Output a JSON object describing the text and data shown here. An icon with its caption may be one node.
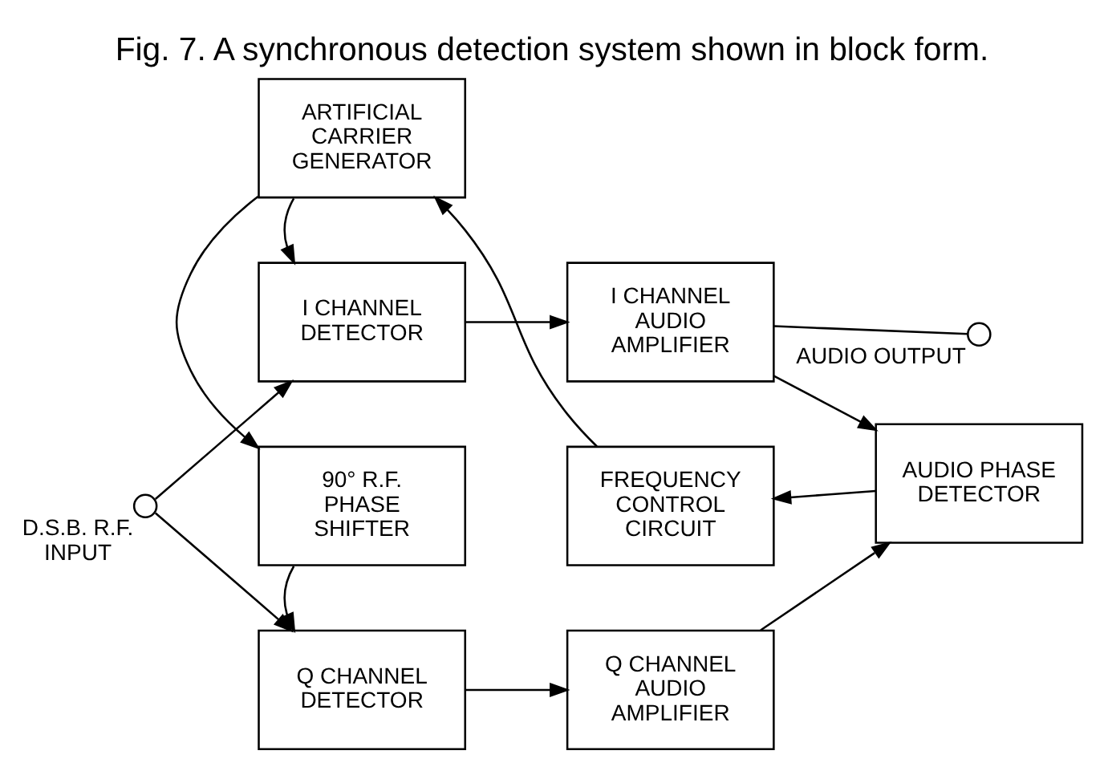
{
  "diagram": {
    "title": "Fig. 7. A synchronous detection system shown in block form.",
    "nodes": [
      {
        "text": [],
        "shape": "circle",
        "beside": [
          "D.S.B. R.F. INPUT"
        ]
      },
      {
        "text": [
          "I CHANNEL DETECTOR"
        ]
      },
      {
        "text": [
          "I CHANNEL AUDIO AMPLIFIER"
        ]
      },
      {
        "text": [],
        "shape": "circle",
        "beside": [
          "AUDIO OUTPUT"
        ]
      },
      {
        "text": [
          "ARTIFICIAL CARRIER GENERATOR"
        ]
      },
      {
        "text": [
          "FREQUENCY CONTROL CIRCUIT"
        ]
      },
      {
        "text": [
          "AUDIO PHASE DETECTOR"
        ]
      },
      {
        "text": [
          "90° R.F. PHASE SHIFTER"
        ]
      },
      {
        "text": [
          "Q CHANNEL DETECTOR"
        ]
      },
      {
        "text": [
          "Q CHANNEL AUDIO AMPLIFIER"
        ]
      }
    ],
    "edges": [
      {
        "from": 0,
        "to": 1,
        "arrow": "to"
      },
      {
        "from": 0,
        "to": 8,
        "arrow": "to"
      },
      {
        "from": 1,
        "to": 2,
        "arrow": "to"
      },
      {
        "from": 2,
        "to": 3,
        "arrow": "none"
      },
      {
        "from": 2,
        "to": 6,
        "arrow": "to"
      },
      {
        "from": 6,
        "to": 5,
        "arrow": "to"
      },
      {
        "from": 5,
        "to": 4,
        "arrow": "to"
      },
      {
        "from": 4,
        "to": 1,
        "arrow": "to"
      },
      {
        "from": 4,
        "to": 7,
        "arrow": "to"
      },
      {
        "from": 7,
        "to": 8,
        "arrow": "to"
      },
      {
        "from": 8,
        "to": 9,
        "arrow": "to"
      },
      {
        "from": 9,
        "to": 6,
        "arrow": "to"
      }
    ]
  }
}
